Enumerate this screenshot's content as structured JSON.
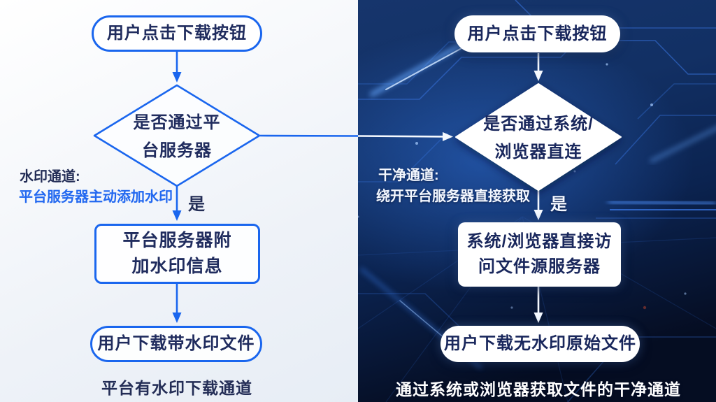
{
  "colors": {
    "accent_blue": "#1a66ee",
    "navy_text": "#202c5e",
    "annotation_blue": "#2268f0",
    "white_flow": "#ffffff",
    "dark_bg_top": "#1a3a75",
    "dark_bg_bottom": "#050d22",
    "light_bg": "#f3f6fa"
  },
  "left_flow": {
    "start": "用户点击下载按钮",
    "decision": {
      "line1": "是否通过平",
      "line2": "台服务器"
    },
    "branch_label": "是",
    "annotation": {
      "title": "水印通道:",
      "desc": "平台服务器主动添加水印"
    },
    "process": {
      "line1": "平台服务器附",
      "line2": "加水印信息"
    },
    "end": "用户下载带水印文件",
    "caption": "平台有水印下载通道"
  },
  "right_flow": {
    "start": "用户点击下载按钮",
    "decision": {
      "line1": "是否通过系统/",
      "line2": "浏览器直连"
    },
    "branch_label": "是",
    "annotation": {
      "title": "干净通道:",
      "desc": "绕开平台服务器直接获取"
    },
    "process": {
      "line1": "系统/浏览器直接访",
      "line2": "问文件源服务器"
    },
    "end": "用户下载无水印原始文件",
    "caption": "通过系统或浏览器获取文件的干净通道"
  }
}
